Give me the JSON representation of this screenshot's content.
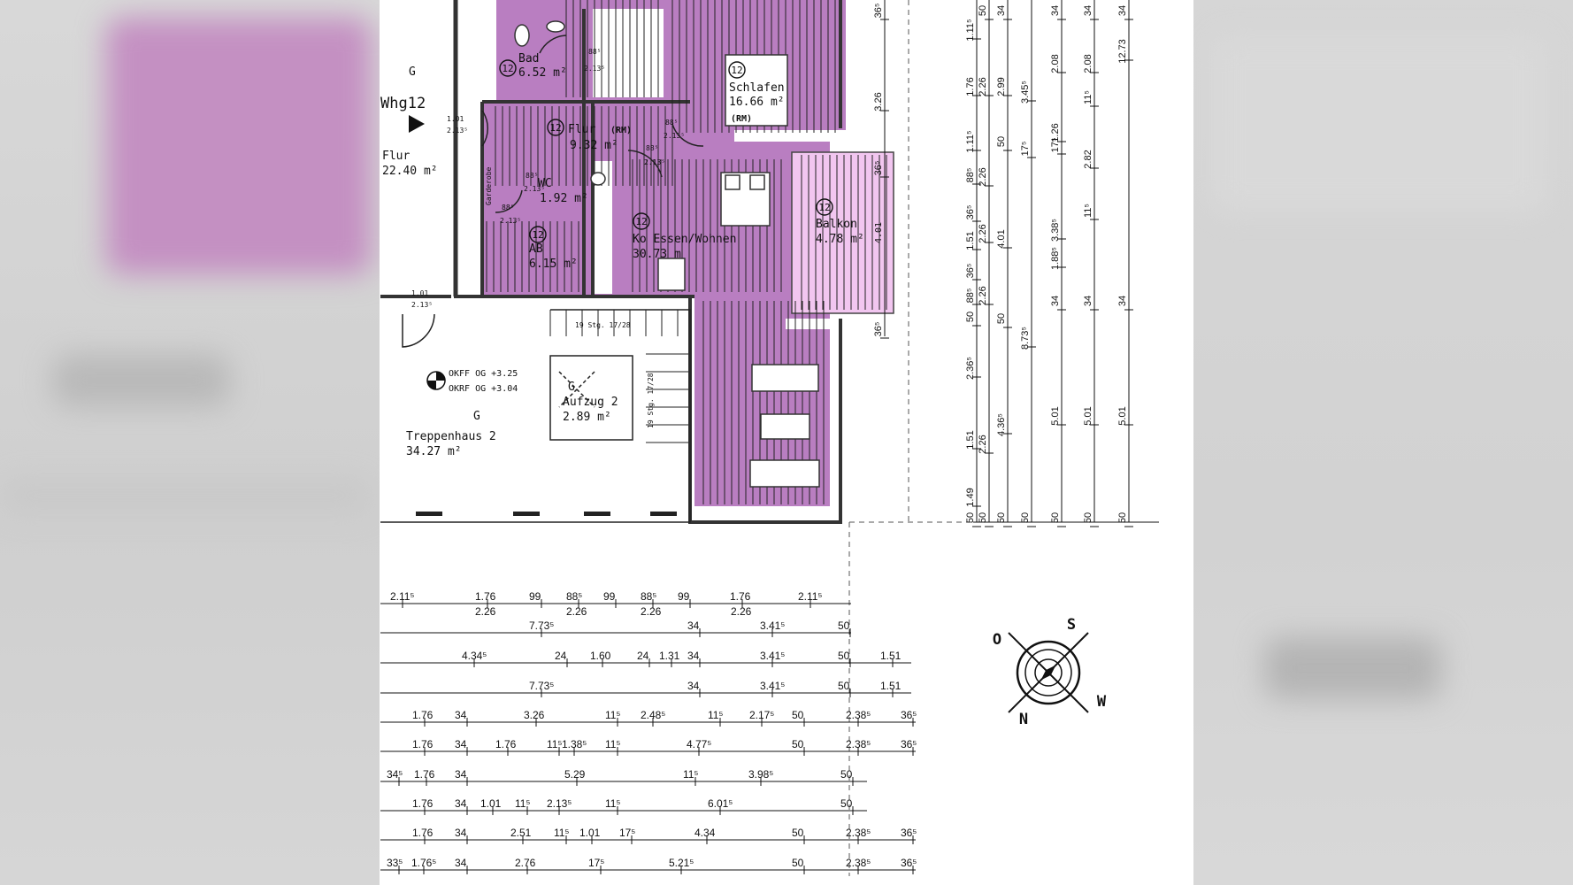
{
  "plan": {
    "unit": "Whg12",
    "entrance_marker": "G",
    "unit_number": "12",
    "rooms": {
      "bad": {
        "name": "Bad",
        "area": "6.52 m²"
      },
      "schlafen": {
        "name": "Schlafen",
        "area": "16.66 m²",
        "tag": "(RM)"
      },
      "flur_unit": {
        "name": "Flur",
        "tag": "(RM)",
        "area": "9.32 m²"
      },
      "wc": {
        "name": "WC",
        "area": "1.92 m²"
      },
      "ab": {
        "name": "AB",
        "area": "6.15 m²"
      },
      "essen": {
        "name": "Ko Essen/Wohnen",
        "area": "30.73 m"
      },
      "balkon": {
        "name": "Balkon",
        "area": "4.78 m²"
      },
      "flur_common": {
        "name": "Flur",
        "area": "22.40 m²"
      },
      "treppenhaus": {
        "marker": "G",
        "name": "Treppenhaus 2",
        "area": "34.27 m²"
      },
      "aufzug": {
        "marker": "G",
        "name": "Aufzug 2",
        "area": "2.89 m²"
      }
    },
    "level_okff": "OKFF OG +3.25",
    "level_okrf": "OKRF OG +3.04",
    "garderobe": "Garderobe",
    "stairs_top": "19 Stg. 17/28",
    "stairs_side": "19 Stg. 17/28",
    "door_marks": {
      "d1": {
        "w": "1.01",
        "h": "2.13⁵"
      },
      "d2": {
        "w": "1.01",
        "h": "2.13⁵"
      },
      "d3": {
        "w": "88⁵",
        "h": "2.13⁵"
      },
      "d4": {
        "w": "88⁵",
        "h": "2.13⁵"
      },
      "d5": {
        "w": "88⁵",
        "h": "2.13⁵"
      },
      "d6": {
        "w": "88⁵",
        "h": "2.13⁵"
      },
      "d7": {
        "w": "88⁵",
        "h": "2.13⁵"
      }
    },
    "balkon_dim": "4.01",
    "compass": {
      "n": "N",
      "s": "S",
      "o": "O",
      "w": "W"
    }
  },
  "dims_horizontal": [
    [
      "2.11⁵",
      "1.76",
      "99",
      "88⁵",
      "99",
      "88⁵",
      "99",
      "1.76",
      "2.11⁵"
    ],
    [
      "2.26",
      "2.26",
      "2.26",
      "2.26"
    ],
    [
      "7.73⁵",
      "34",
      "3.41⁵",
      "50"
    ],
    [
      "4.34⁵",
      "24",
      "1.60",
      "24",
      "1.31",
      "34",
      "3.41⁵",
      "50",
      "1.51"
    ],
    [
      "7.73⁵",
      "34",
      "3.41⁵",
      "50",
      "1.51"
    ],
    [
      "1.76",
      "34",
      "3.26",
      "11⁵",
      "2.48⁵",
      "11⁵",
      "2.17⁵",
      "50",
      "2.38⁵",
      "36⁵"
    ],
    [
      "1.76",
      "34",
      "1.76",
      "11⁵",
      "1.38⁵",
      "11⁵",
      "4.77⁵",
      "50",
      "2.38⁵",
      "36⁵"
    ],
    [
      "34⁵",
      "1.76",
      "34",
      "5.29",
      "11⁵",
      "3.98⁵",
      "50"
    ],
    [
      "1.76",
      "34",
      "1.01",
      "11⁵",
      "2.13⁵",
      "11⁵",
      "6.01⁵",
      "50"
    ],
    [
      "1.76",
      "34",
      "2.51",
      "11⁵",
      "1.01",
      "17⁵",
      "4.34",
      "50",
      "2.38⁵",
      "36⁵"
    ],
    [
      "33⁵",
      "1.76⁵",
      "34",
      "2.76",
      "17⁵",
      "5.21⁵",
      "50",
      "2.38⁵",
      "36⁵"
    ]
  ],
  "dims_vertical": [
    [
      "36⁵",
      "3.26",
      "36⁵",
      "36⁵"
    ],
    [
      "1.11⁵",
      "1.76",
      "1.11⁵",
      "88⁵",
      "36⁵",
      "1.51",
      "36⁵",
      "88⁵",
      "50",
      "2.36⁵",
      "1.51",
      "1.49",
      "50"
    ],
    [
      "50",
      "2.26",
      "2.26",
      "2.26",
      "2.26",
      "2.26",
      "50"
    ],
    [
      "34",
      "2.99",
      "50",
      "4.01",
      "50",
      "4.36⁵",
      "50"
    ],
    [
      "3.45⁵",
      "17⁵",
      "8.73⁵",
      "50"
    ],
    [
      "34",
      "2.08",
      "17⁵",
      "1.26",
      "3.38⁵",
      "1.88⁵",
      "34",
      "5.01",
      "50"
    ],
    [
      "34",
      "2.08",
      "11⁵",
      "2.82",
      "11⁵",
      "34",
      "5.01",
      "50"
    ],
    [
      "34",
      "12.73",
      "34",
      "5.01",
      "50"
    ]
  ]
}
